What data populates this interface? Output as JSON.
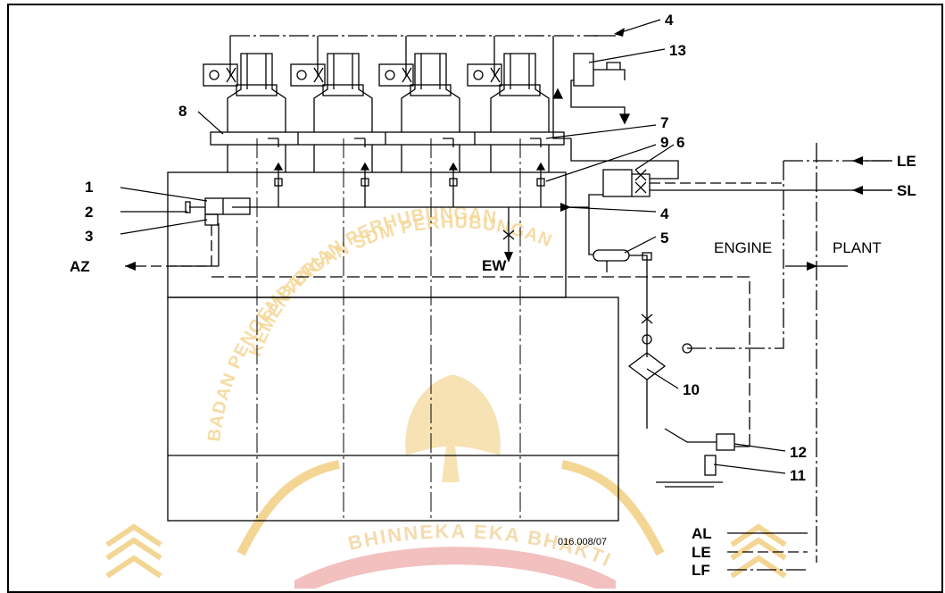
{
  "drawing_number": "016.008/07",
  "callouts": {
    "c1": "1",
    "c2": "2",
    "c3": "3",
    "c4a": "4",
    "c4b": "4",
    "c5": "5",
    "c6": "6",
    "c7": "7",
    "c8": "8",
    "c9": "9",
    "c10": "10",
    "c11": "11",
    "c12": "12",
    "c13": "13"
  },
  "labels": {
    "az": "AZ",
    "ew": "EW",
    "le": "LE",
    "sl": "SL",
    "engine": "ENGINE",
    "plant": "PLANT"
  },
  "legend": {
    "al": "AL",
    "le": "LE",
    "lf": "LF"
  },
  "watermark": {
    "arc_text": "KEMENTERIAN PERHUBUNGAN",
    "arc_text2": "BADAN PENGEMBANGAN SDM PERHUBUNGAN",
    "motto": "BHINNEKA EKA BHAKTI"
  },
  "colors": {
    "line": "#000000",
    "watermark_gold": "#f1cc7a",
    "watermark_red": "#d9534f"
  }
}
